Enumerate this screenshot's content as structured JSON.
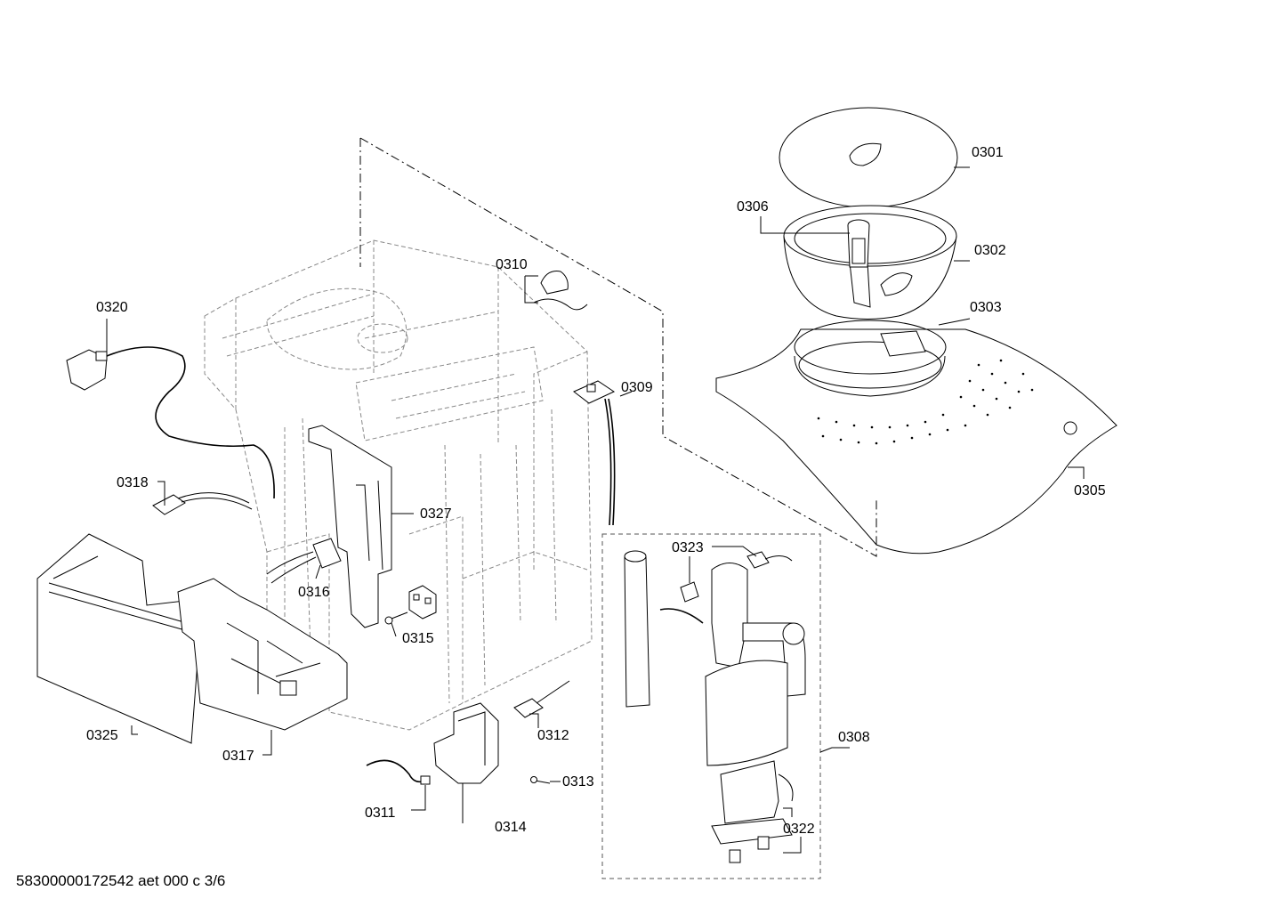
{
  "callouts": [
    {
      "id": "p0301",
      "label": "0301"
    },
    {
      "id": "p0302",
      "label": "0302"
    },
    {
      "id": "p0303",
      "label": "0303"
    },
    {
      "id": "p0305",
      "label": "0305"
    },
    {
      "id": "p0306",
      "label": "0306"
    },
    {
      "id": "p0308",
      "label": "0308"
    },
    {
      "id": "p0309",
      "label": "0309"
    },
    {
      "id": "p0310",
      "label": "0310"
    },
    {
      "id": "p0311",
      "label": "0311"
    },
    {
      "id": "p0312",
      "label": "0312"
    },
    {
      "id": "p0313",
      "label": "0313"
    },
    {
      "id": "p0314",
      "label": "0314"
    },
    {
      "id": "p0315",
      "label": "0315"
    },
    {
      "id": "p0316",
      "label": "0316"
    },
    {
      "id": "p0317",
      "label": "0317"
    },
    {
      "id": "p0318",
      "label": "0318"
    },
    {
      "id": "p0320",
      "label": "0320"
    },
    {
      "id": "p0322",
      "label": "0322"
    },
    {
      "id": "p0323",
      "label": "0323"
    },
    {
      "id": "p0325",
      "label": "0325"
    },
    {
      "id": "p0327",
      "label": "0327"
    }
  ],
  "footer": {
    "document_id": "58300000172542 aet 000 c 3/6"
  }
}
